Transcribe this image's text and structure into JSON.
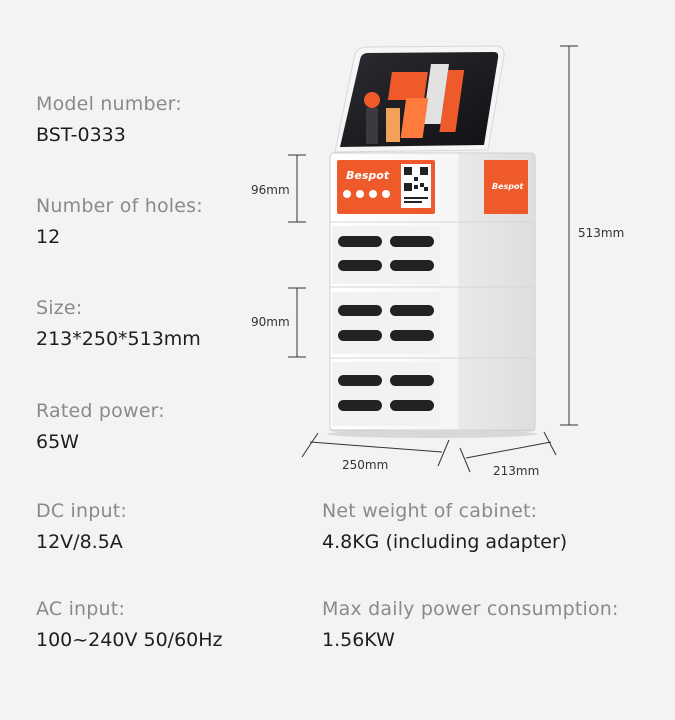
{
  "specs": {
    "model": {
      "label": "Model number:",
      "value": "BST-0333"
    },
    "holes": {
      "label": "Number of holes:",
      "value": "12"
    },
    "size": {
      "label": "Size:",
      "value": "213*250*513mm"
    },
    "power": {
      "label": "Rated power:",
      "value": "65W"
    },
    "dc": {
      "label": "DC input:",
      "value": "12V/8.5A"
    },
    "ac": {
      "label": "AC input:",
      "value": "100~240V 50/60Hz"
    },
    "weight": {
      "label": "Net weight of cabinet:",
      "value": "4.8KG (including adapter)"
    },
    "consumption": {
      "label": "Max daily power consumption:",
      "value": "1.56KW"
    }
  },
  "dimensions": {
    "top_module": "96mm",
    "slot_module": "90mm",
    "height": "513mm",
    "width": "250mm",
    "depth": "213mm"
  },
  "product": {
    "brand": "Bespot",
    "brand_color": "#ef5a2b"
  }
}
